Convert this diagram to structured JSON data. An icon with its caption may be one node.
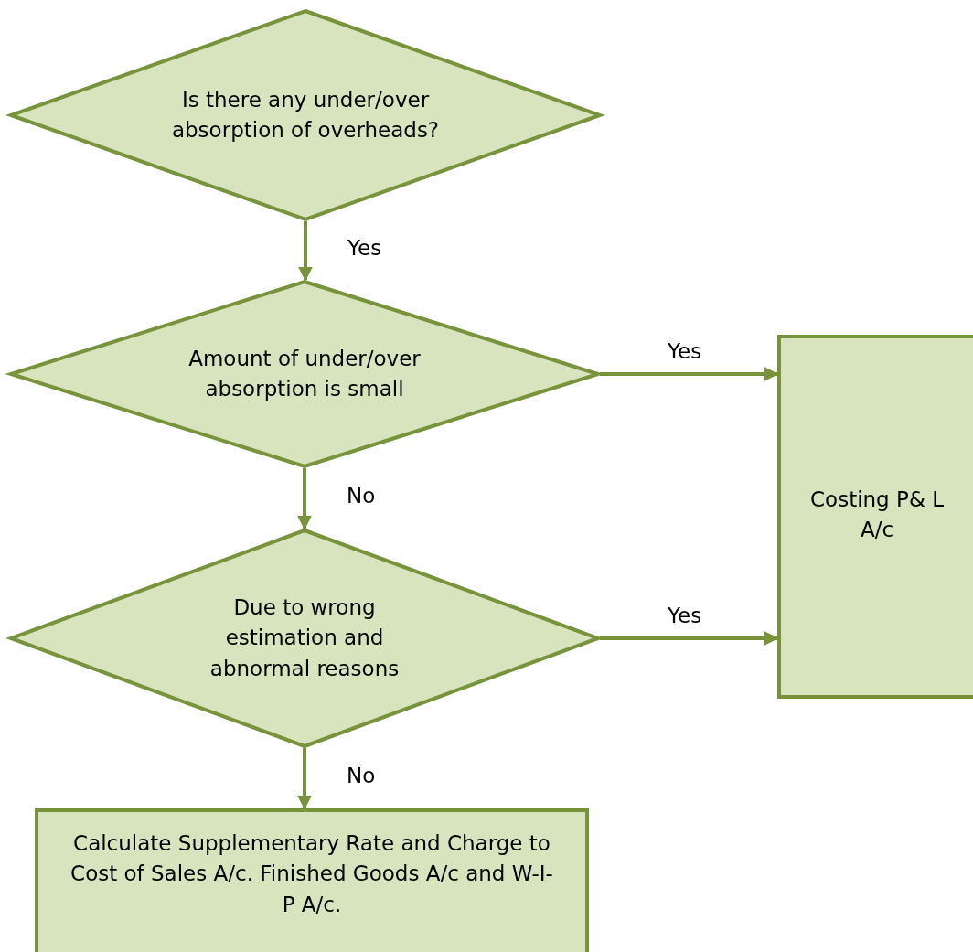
{
  "diagram": {
    "nodes": [
      {
        "text": [
          "Is there any under/over absorption of overheads?"
        ]
      },
      {
        "text": [
          "Amount of under/over absorption is small"
        ]
      },
      {
        "text": [
          "Costing P& L A/c"
        ]
      },
      {
        "text": [
          "Due to wrong estimation and abnormal reasons"
        ]
      },
      {
        "text": [
          "Calculate Supplementary Rate and Charge to Cost of Sales A/c. Finished Goods A/c and W-I-P A/c."
        ]
      }
    ],
    "edges": [
      {
        "from": 0,
        "to": 1,
        "arrow": "to",
        "label": "Yes"
      },
      {
        "from": 1,
        "to": 2,
        "arrow": "to",
        "label": "Yes"
      },
      {
        "from": 1,
        "to": 3,
        "arrow": "to",
        "label": "No"
      },
      {
        "from": 3,
        "to": 2,
        "arrow": "to",
        "label": "Yes"
      },
      {
        "from": 3,
        "to": 4,
        "arrow": "to",
        "label": "No"
      }
    ]
  }
}
